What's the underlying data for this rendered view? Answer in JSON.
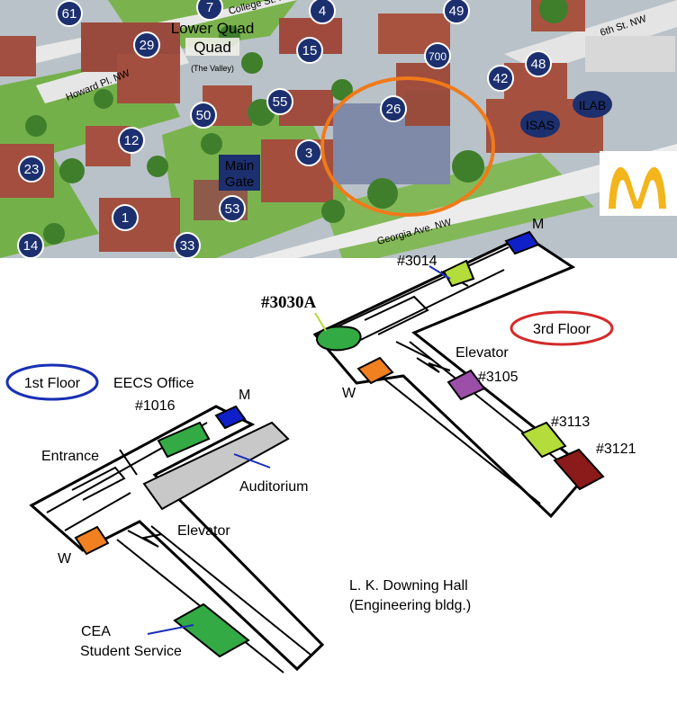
{
  "campus_map": {
    "streets": [
      "College St. NW",
      "Howard Pl. NW",
      "6th St. NW",
      "Georgia Ave. NW"
    ],
    "areas": {
      "lower_quad": "Lower Quad",
      "the_valley": "(The Valley)",
      "main_gate_line1": "Main",
      "main_gate_line2": "Gate"
    },
    "building_numbers": [
      "61",
      "7",
      "4",
      "49",
      "29",
      "15",
      "700",
      "48",
      "42",
      "26",
      "55",
      "50",
      "12",
      "23",
      "3",
      "53",
      "1",
      "14",
      "33"
    ],
    "building_labels": [
      "ISAS",
      "ILAB"
    ],
    "logo": "McDonald's"
  },
  "floor_1": {
    "title": "1st Floor",
    "labels": {
      "eecs_office": "EECS Office",
      "room_1016": "#1016",
      "men": "M",
      "entrance": "Entrance",
      "auditorium": "Auditorium",
      "elevator": "Elevator",
      "women": "W",
      "cea_line1": "CEA",
      "cea_line2": "Student Service"
    }
  },
  "floor_3": {
    "title": "3rd Floor",
    "labels": {
      "room_3014": "#3014",
      "men": "M",
      "room_3030a": "#3030A",
      "elevator": "Elevator",
      "room_3105": "#3105",
      "women": "W",
      "room_3113": "#3113",
      "room_3121": "#3121"
    }
  },
  "caption": {
    "line1": "L. K. Downing Hall",
    "line2": "(Engineering bldg.)"
  },
  "colors": {
    "floor1_title": "#1a2fb5",
    "floor3_title": "#d42a2a",
    "room_3105": "#9b4fa8",
    "room_3113": "#3aa93a",
    "room_3121": "#8b1a1a",
    "highlight_circle": "#f07a1a",
    "restroom_w": "#f08020",
    "restroom_m": "#1020c8",
    "green_room": "#33aa44",
    "lime_room": "#b4dc3a",
    "auditorium_fill": "#c8c8c8"
  }
}
